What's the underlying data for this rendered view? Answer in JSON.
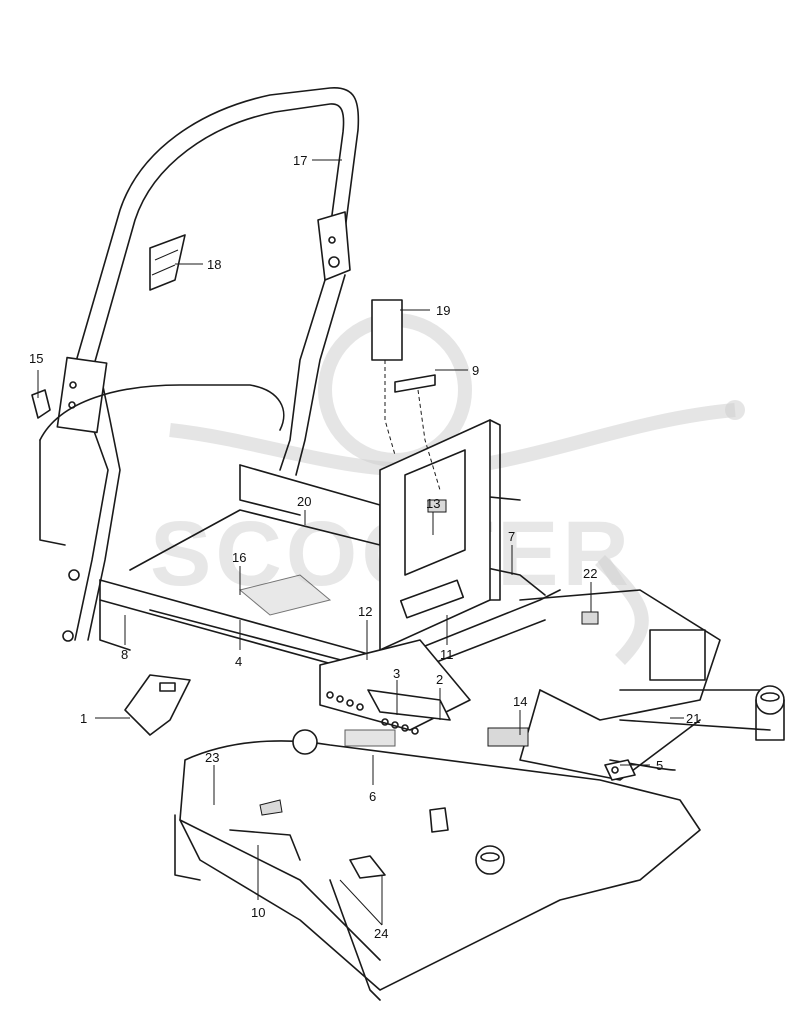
{
  "diagram": {
    "watermark": "SCOOTER",
    "callouts": [
      {
        "id": "c1",
        "label": "1"
      },
      {
        "id": "c2",
        "label": "2"
      },
      {
        "id": "c3",
        "label": "3"
      },
      {
        "id": "c4",
        "label": "4"
      },
      {
        "id": "c5",
        "label": "5"
      },
      {
        "id": "c6",
        "label": "6"
      },
      {
        "id": "c7",
        "label": "7"
      },
      {
        "id": "c8",
        "label": "8"
      },
      {
        "id": "c9",
        "label": "9"
      },
      {
        "id": "c10",
        "label": "10"
      },
      {
        "id": "c11",
        "label": "11"
      },
      {
        "id": "c12",
        "label": "12"
      },
      {
        "id": "c13",
        "label": "13"
      },
      {
        "id": "c14",
        "label": "14"
      },
      {
        "id": "c15",
        "label": "15"
      },
      {
        "id": "c16",
        "label": "16"
      },
      {
        "id": "c17",
        "label": "17"
      },
      {
        "id": "c18",
        "label": "18"
      },
      {
        "id": "c19",
        "label": "19"
      },
      {
        "id": "c20",
        "label": "20"
      },
      {
        "id": "c21",
        "label": "21"
      },
      {
        "id": "c22",
        "label": "22"
      },
      {
        "id": "c23",
        "label": "23"
      },
      {
        "id": "c24",
        "label": "24"
      }
    ]
  }
}
